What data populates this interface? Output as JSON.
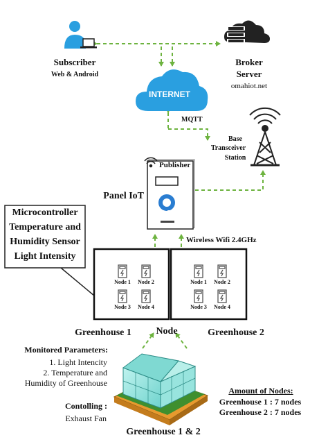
{
  "subscriber": {
    "title": "Subscriber",
    "subtitle": "Web & Android"
  },
  "broker": {
    "line1": "Broker",
    "line2": "Server",
    "host": "omahiot.net"
  },
  "internet": {
    "label": "INTERNET",
    "protocol": "MQTT"
  },
  "bts": {
    "line1": "Base",
    "line2": "Transceiver",
    "line3": "Station"
  },
  "panel": {
    "publisher": "Publisher",
    "label": "Panel IoT",
    "logo": "IoT"
  },
  "wireless": {
    "label": "Wireless Wifi 2.4GHz"
  },
  "microcontroller": {
    "lines": [
      "Microcontroller",
      "Temperature and",
      "Humidity Sensor",
      "Light Intensity"
    ]
  },
  "greenhouses": {
    "gh1": {
      "label": "Greenhouse 1",
      "nodes": [
        "Node 1",
        "Node 2",
        "Node 3",
        "Node 4"
      ]
    },
    "gh2": {
      "label": "Greenhouse 2",
      "nodes": [
        "Node 1",
        "Node 2",
        "Node 3",
        "Node 4"
      ]
    },
    "node_label": "Node",
    "combined_label": "Greenhouse 1 & 2"
  },
  "monitored": {
    "title": "Monitored Parameters:",
    "lines": [
      "1. Light Intencity",
      "2. Temperature and",
      "Humidity of Greenhouse"
    ]
  },
  "controlling": {
    "title": "Contolling :",
    "value": "Exhaust Fan"
  },
  "amount": {
    "title": "Amount of Nodes:",
    "lines": [
      "Greenhouse 1 : 7 nodes",
      "Greenhouse 2 : 7 nodes"
    ]
  },
  "colors": {
    "arrow": "#6db33f",
    "cloud": "#2a9fe0",
    "subscriber_icon": "#2a9fe0",
    "node_icon": "#555555"
  }
}
